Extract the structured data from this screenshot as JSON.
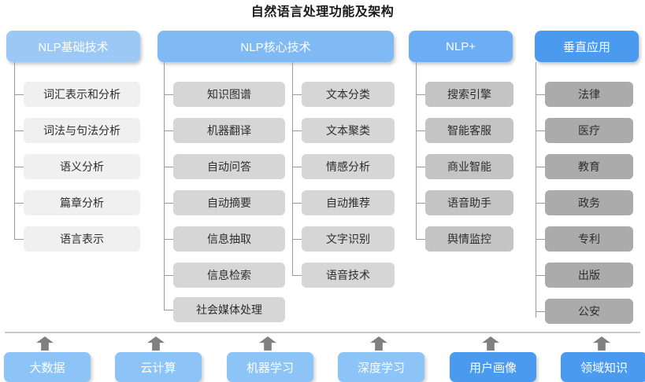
{
  "title": "自然语言处理功能及架构",
  "colors": {
    "header_basic": "#9CC8F5",
    "header_core": "#7FBAF5",
    "header_plus": "#6BAEF5",
    "header_vertical": "#4A9BF0",
    "item_basic": "#F0F0F0",
    "item_core": "#D6D6D6",
    "item_plus": "#C4C4C4",
    "item_vertical": "#ABABAB",
    "foundation_light": "#8DC4F7",
    "foundation_dark": "#4A9BF0",
    "connector": "#9A9A9A",
    "arrow": "#808080",
    "divider": "#C9C9C9",
    "title_text": "#1A1A1A"
  },
  "columns": [
    {
      "id": "nlp-basic",
      "header": "NLP基础技术",
      "items": [
        "词汇表示和分析",
        "词法与句法分析",
        "语义分析",
        "篇章分析",
        "语言表示"
      ]
    },
    {
      "id": "nlp-core",
      "header": "NLP核心技术",
      "items_left": [
        "知识图谱",
        "机器翻译",
        "自动问答",
        "自动摘要",
        "信息抽取",
        "信息检索",
        "社会媒体处理"
      ],
      "items_right": [
        "文本分类",
        "文本聚类",
        "情感分析",
        "自动推荐",
        "文字识别",
        "语音技术"
      ]
    },
    {
      "id": "nlp-plus",
      "header": "NLP+",
      "items": [
        "搜索引擎",
        "智能客服",
        "商业智能",
        "语音助手",
        "舆情监控"
      ]
    },
    {
      "id": "vertical-app",
      "header": "垂直应用",
      "items": [
        "法律",
        "医疗",
        "教育",
        "政务",
        "专利",
        "出版",
        "公安"
      ]
    }
  ],
  "foundation": [
    "大数据",
    "云计算",
    "机器学习",
    "深度学习",
    "用户画像",
    "领域知识"
  ]
}
